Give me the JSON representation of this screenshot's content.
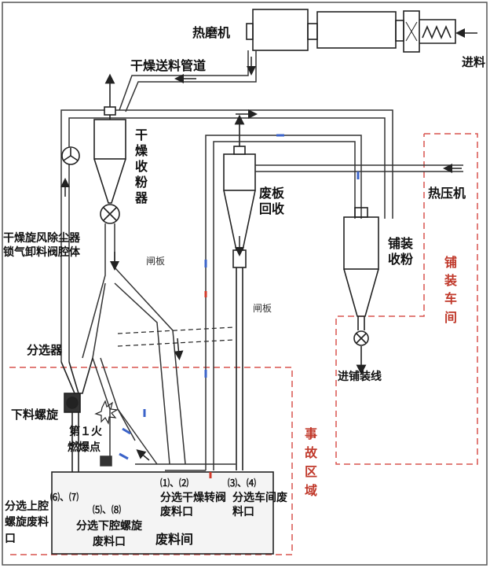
{
  "labels": {
    "hot_mill": "热磨机",
    "feed": "进料",
    "dry_conveying_pipe": "干燥送料管道",
    "dry_cyclone_powder": "干燥收粉器",
    "dry_cyclone_arrester": "干燥旋风除尘器",
    "airlock_valve": "锁气卸料阀腔体",
    "damper_1": "闸板",
    "damper_2": "闸板",
    "waste_board_recovery": "废板回收",
    "hot_press": "热压机",
    "forming_powder": "铺装收粉",
    "forming_workshop": "铺装车间",
    "to_forming_line": "进铺装线",
    "separator": "分选器",
    "discharge_screw": "下料螺旋",
    "first_fire_point": "第１火",
    "explosion_point": "燃爆点",
    "accident_zone": "事故区域",
    "port_6_7": "⑹、⑺",
    "upper_chamber_screw_waste": "分选上腔螺旋废料口",
    "port_5_8": "⑸、⑻",
    "lower_chamber_screw_waste": "分选下腔螺旋废料口",
    "port_1_2": "⑴、⑵",
    "sort_dry_rotary_waste": "分选干燥转阀废料口",
    "port_3_4": "⑶、⑷",
    "sort_workshop_waste": "分选车间废料口",
    "waste_room": "废料间"
  },
  "colors": {
    "line": "#222222",
    "zone_dash": "#d9534f",
    "accent_blue": "#3b63c9",
    "accent_red": "#d23a2a"
  }
}
